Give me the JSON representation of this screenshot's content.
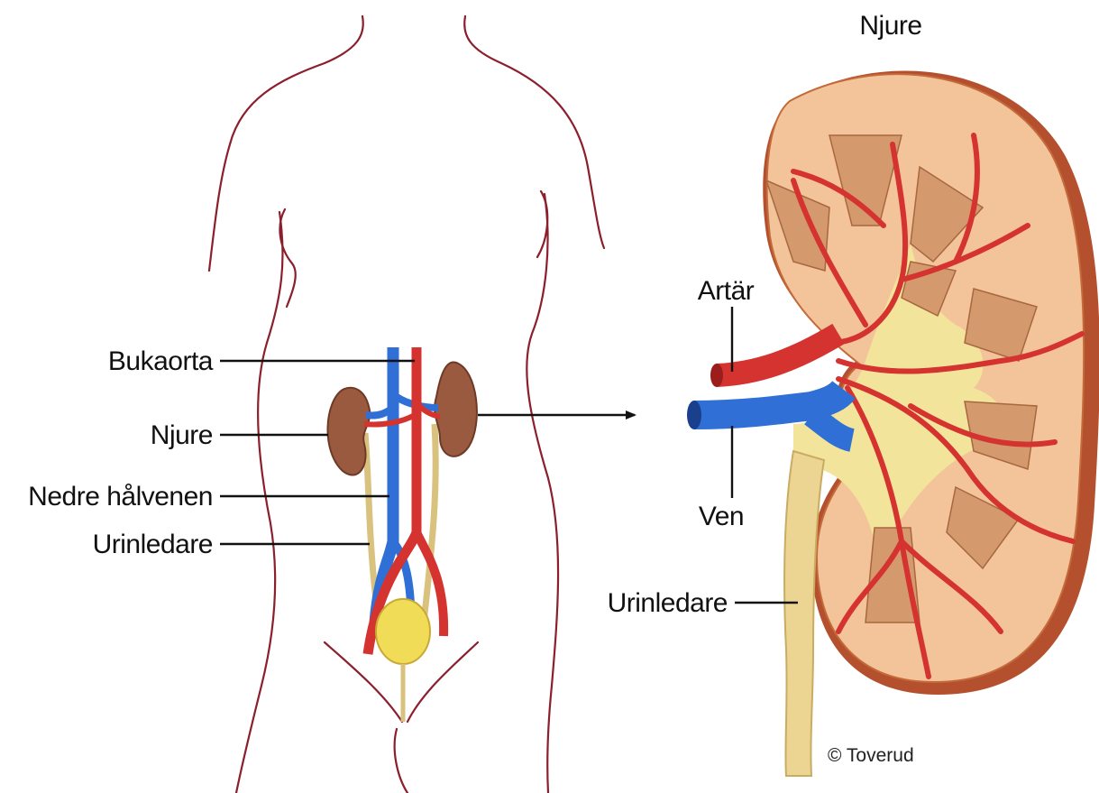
{
  "labels": {
    "kidney_detail_title": "Njure",
    "abdominal_aorta": "Bukaorta",
    "kidney": "Njure",
    "inferior_vena_cava": "Nedre hålvenen",
    "ureter_left": "Urinledare",
    "artery": "Artär",
    "vein": "Ven",
    "ureter_right": "Urinledare"
  },
  "credit": "© Toverud",
  "colors": {
    "outline": "#8b1f2c",
    "artery": "#d4332f",
    "vein": "#2f6fd6",
    "kidney_brown": "#9a5a40",
    "ureter": "#ead79a",
    "bladder": "#f1dc57",
    "cortex": "#f3c39a",
    "pelvis": "#f2e49b"
  }
}
